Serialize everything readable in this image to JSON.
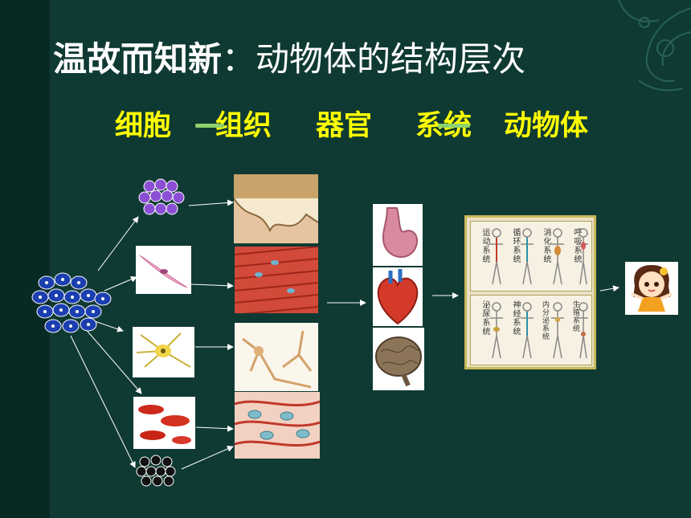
{
  "title": {
    "bold": "温故而知新",
    "light": "：动物体的结构层次"
  },
  "levels": {
    "cell": "细胞",
    "tissue": "组织",
    "organ": "器官",
    "system": "系统",
    "animal": "动物体"
  },
  "systems_panel": {
    "top": [
      "运动系统",
      "循环系统",
      "消化系统",
      "呼吸系统"
    ],
    "bottom": [
      "泌尿系统",
      "神经系统",
      "内分泌系统",
      "生殖系统"
    ]
  },
  "colors": {
    "background": "#0f3a33",
    "title_text": "#ffffff",
    "level_text": "#ffff00",
    "connector_line": "#8fd16b"
  }
}
